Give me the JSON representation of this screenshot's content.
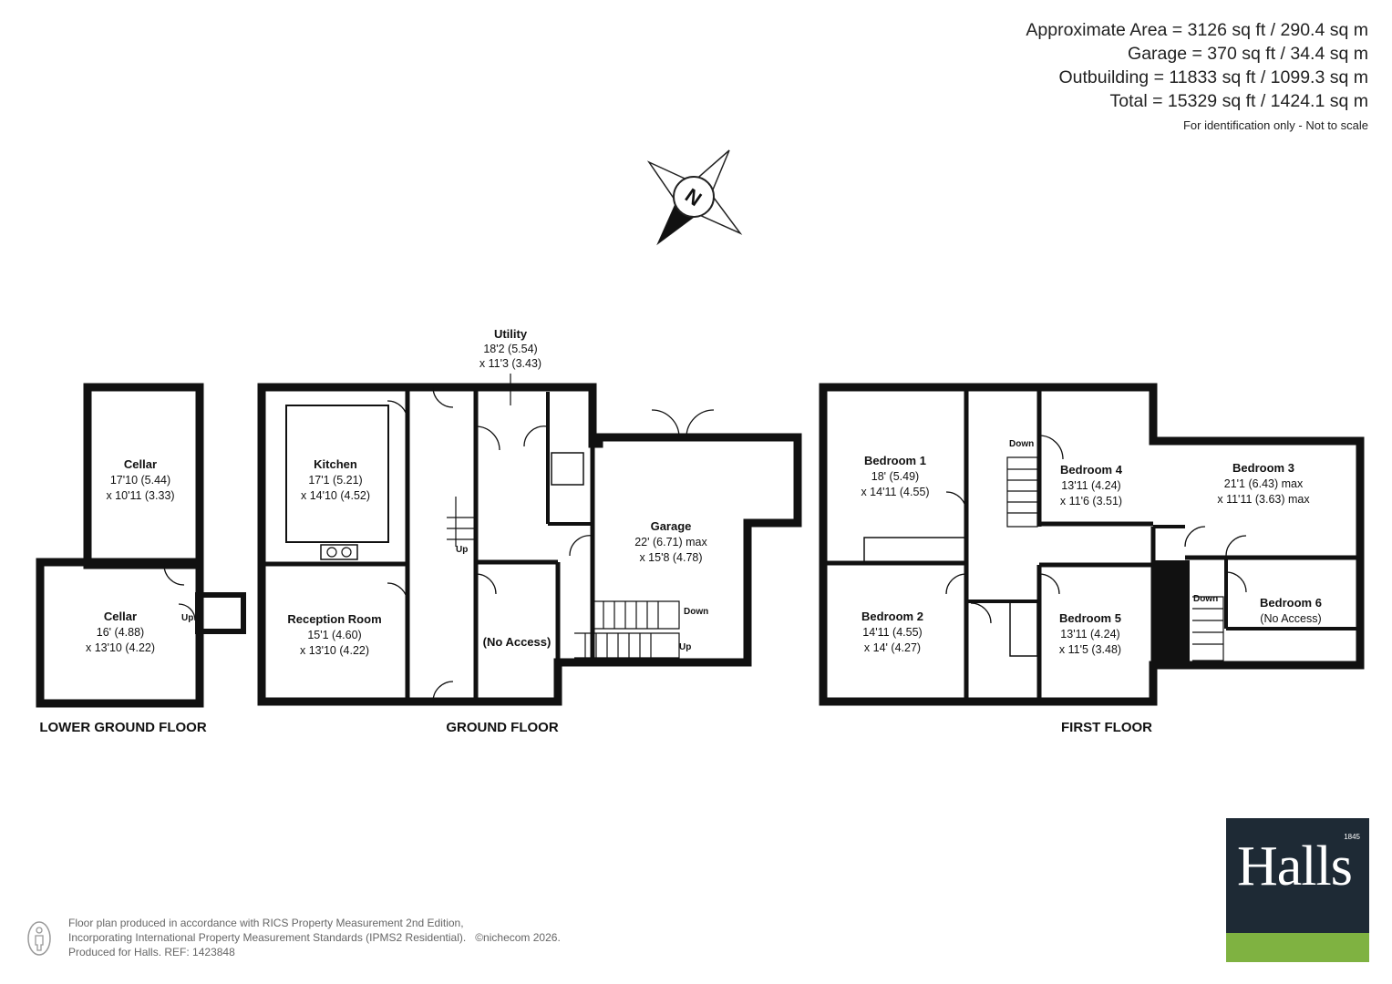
{
  "areas": {
    "approx": "Approximate Area = 3126 sq ft / 290.4 sq m",
    "garage": "Garage = 370 sq ft / 34.4 sq m",
    "outbuilding": "Outbuilding = 11833 sq ft / 1099.3 sq m",
    "total": "Total = 15329 sq ft / 1424.1 sq m",
    "note": "For identification only - Not to scale"
  },
  "compass": {
    "letter": "N"
  },
  "floors": {
    "lower": "LOWER GROUND FLOOR",
    "ground": "GROUND FLOOR",
    "first": "FIRST FLOOR"
  },
  "rooms": {
    "cellar1": {
      "name": "Cellar",
      "dim1": "17'10 (5.44)",
      "dim2": "x 10'11 (3.33)"
    },
    "cellar2": {
      "name": "Cellar",
      "dim1": "16' (4.88)",
      "dim2": "x 13'10 (4.22)"
    },
    "kitchen": {
      "name": "Kitchen",
      "dim1": "17'1 (5.21)",
      "dim2": "x 14'10 (4.52)"
    },
    "reception": {
      "name": "Reception Room",
      "dim1": "15'1 (4.60)",
      "dim2": "x 13'10 (4.22)"
    },
    "utility": {
      "name": "Utility",
      "dim1": "18'2 (5.54)",
      "dim2": "x 11'3 (3.43)"
    },
    "noaccess": {
      "name": "(No Access)"
    },
    "garage": {
      "name": "Garage",
      "dim1": "22' (6.71) max",
      "dim2": "x 15'8 (4.78)"
    },
    "bed1": {
      "name": "Bedroom 1",
      "dim1": "18' (5.49)",
      "dim2": "x 14'11 (4.55)"
    },
    "bed2": {
      "name": "Bedroom 2",
      "dim1": "14'11 (4.55)",
      "dim2": "x 14' (4.27)"
    },
    "bed3": {
      "name": "Bedroom 3",
      "dim1": "21'1 (6.43) max",
      "dim2": "x 11'11 (3.63) max"
    },
    "bed4": {
      "name": "Bedroom 4",
      "dim1": "13'11 (4.24)",
      "dim2": "x 11'6 (3.51)"
    },
    "bed5": {
      "name": "Bedroom 5",
      "dim1": "13'11 (4.24)",
      "dim2": "x 11'5 (3.48)"
    },
    "bed6": {
      "name": "Bedroom 6",
      "dim1": "(No Access)"
    }
  },
  "stairs": {
    "up": "Up",
    "down": "Down"
  },
  "footer": {
    "line1": "Floor plan produced in accordance with RICS Property Measurement 2nd Edition,",
    "line2": "Incorporating International Property Measurement Standards (IPMS2 Residential).",
    "copyright": "©nichecom 2026.",
    "line3": "Produced for Halls.   REF: 1423848"
  },
  "logo": {
    "name": "Halls",
    "year": "1845",
    "bg": "#1e2a35",
    "bar": "#7fb241"
  }
}
